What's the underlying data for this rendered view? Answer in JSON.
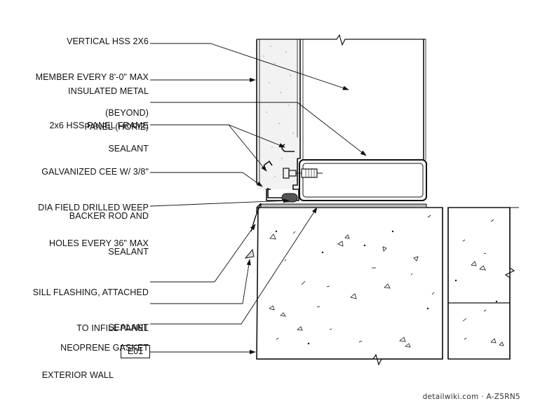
{
  "labels": [
    {
      "id": "hss-member",
      "lines": [
        "VERTICAL HSS 2X6",
        "MEMBER EVERY 8'-0\" MAX",
        "(BEYOND)"
      ]
    },
    {
      "id": "metal-panel",
      "lines": [
        "INSULATED METAL",
        "PANEL (HORIZ)"
      ]
    },
    {
      "id": "panel-frame",
      "lines": [
        "2x6 HSS PANEL FRAME"
      ]
    },
    {
      "id": "sealant-top",
      "lines": [
        "SEALANT"
      ]
    },
    {
      "id": "galv-cee",
      "lines": [
        "GALVANIZED CEE W/ 3/8\"",
        "DIA FIELD DRILLED WEEP",
        "HOLES EVERY 36\" MAX"
      ]
    },
    {
      "id": "backer-rod",
      "lines": [
        "BACKER ROD AND",
        "SEALANT"
      ]
    },
    {
      "id": "sill-flashing",
      "lines": [
        "SILL FLASHING, ATTACHED",
        "TO INFILL PANEL"
      ]
    },
    {
      "id": "sealant-mid",
      "lines": [
        "SEALANT"
      ]
    },
    {
      "id": "gasket",
      "lines": [
        "NEOPRENE GASKET"
      ]
    },
    {
      "id": "exterior-wall",
      "lines": [
        "EXTERIOR WALL"
      ]
    }
  ],
  "tag": "E01",
  "credit": "detailwiki.com · A-Z5RN5"
}
